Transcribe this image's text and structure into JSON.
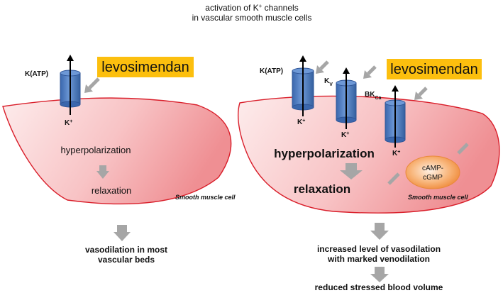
{
  "header": {
    "line1_pre": "activation of K",
    "line1_sup": "+",
    "line1_post": " channels",
    "line2": "in vascular smooth muscle cells"
  },
  "left_panel": {
    "drug_label": "levosimendan",
    "channel_label": "K(ATP)",
    "ion_label": "K",
    "ion_sup": "+",
    "step1": "hyperpolarization",
    "step2": "relaxation",
    "cell_label": "Smooth muscle cell",
    "outcome_line1": "vasodilation in most",
    "outcome_line2": "vascular beds"
  },
  "right_panel": {
    "drug_label": "levosimendan",
    "channel_katp": "K(ATP)",
    "channel_kv_base": "K",
    "channel_kv_sub": "V",
    "channel_bk_base": "BK",
    "channel_bk_sub": "Ca",
    "ion_label": "K",
    "ion_sup": "+",
    "camp_line1": "cAMP-",
    "camp_line2": "cGMP",
    "step1": "hyperpolarization",
    "step2": "relaxation",
    "cell_label": "Smooth muscle cell",
    "outcome_line1": "increased level of vasodilation",
    "outcome_line2": "with marked venodilation",
    "outcome_final": "reduced stressed blood volume"
  },
  "colors": {
    "cell_fill_light": "#fde3e3",
    "cell_fill_dark": "#ef8f93",
    "cell_stroke": "#d91e2a",
    "channel_fill": "#4f7fc3",
    "channel_stroke": "#2f5597",
    "drug_box": "#fcbf0e",
    "arrow_gray": "#a6a6a6",
    "camp_fill": "#f5a35b"
  }
}
